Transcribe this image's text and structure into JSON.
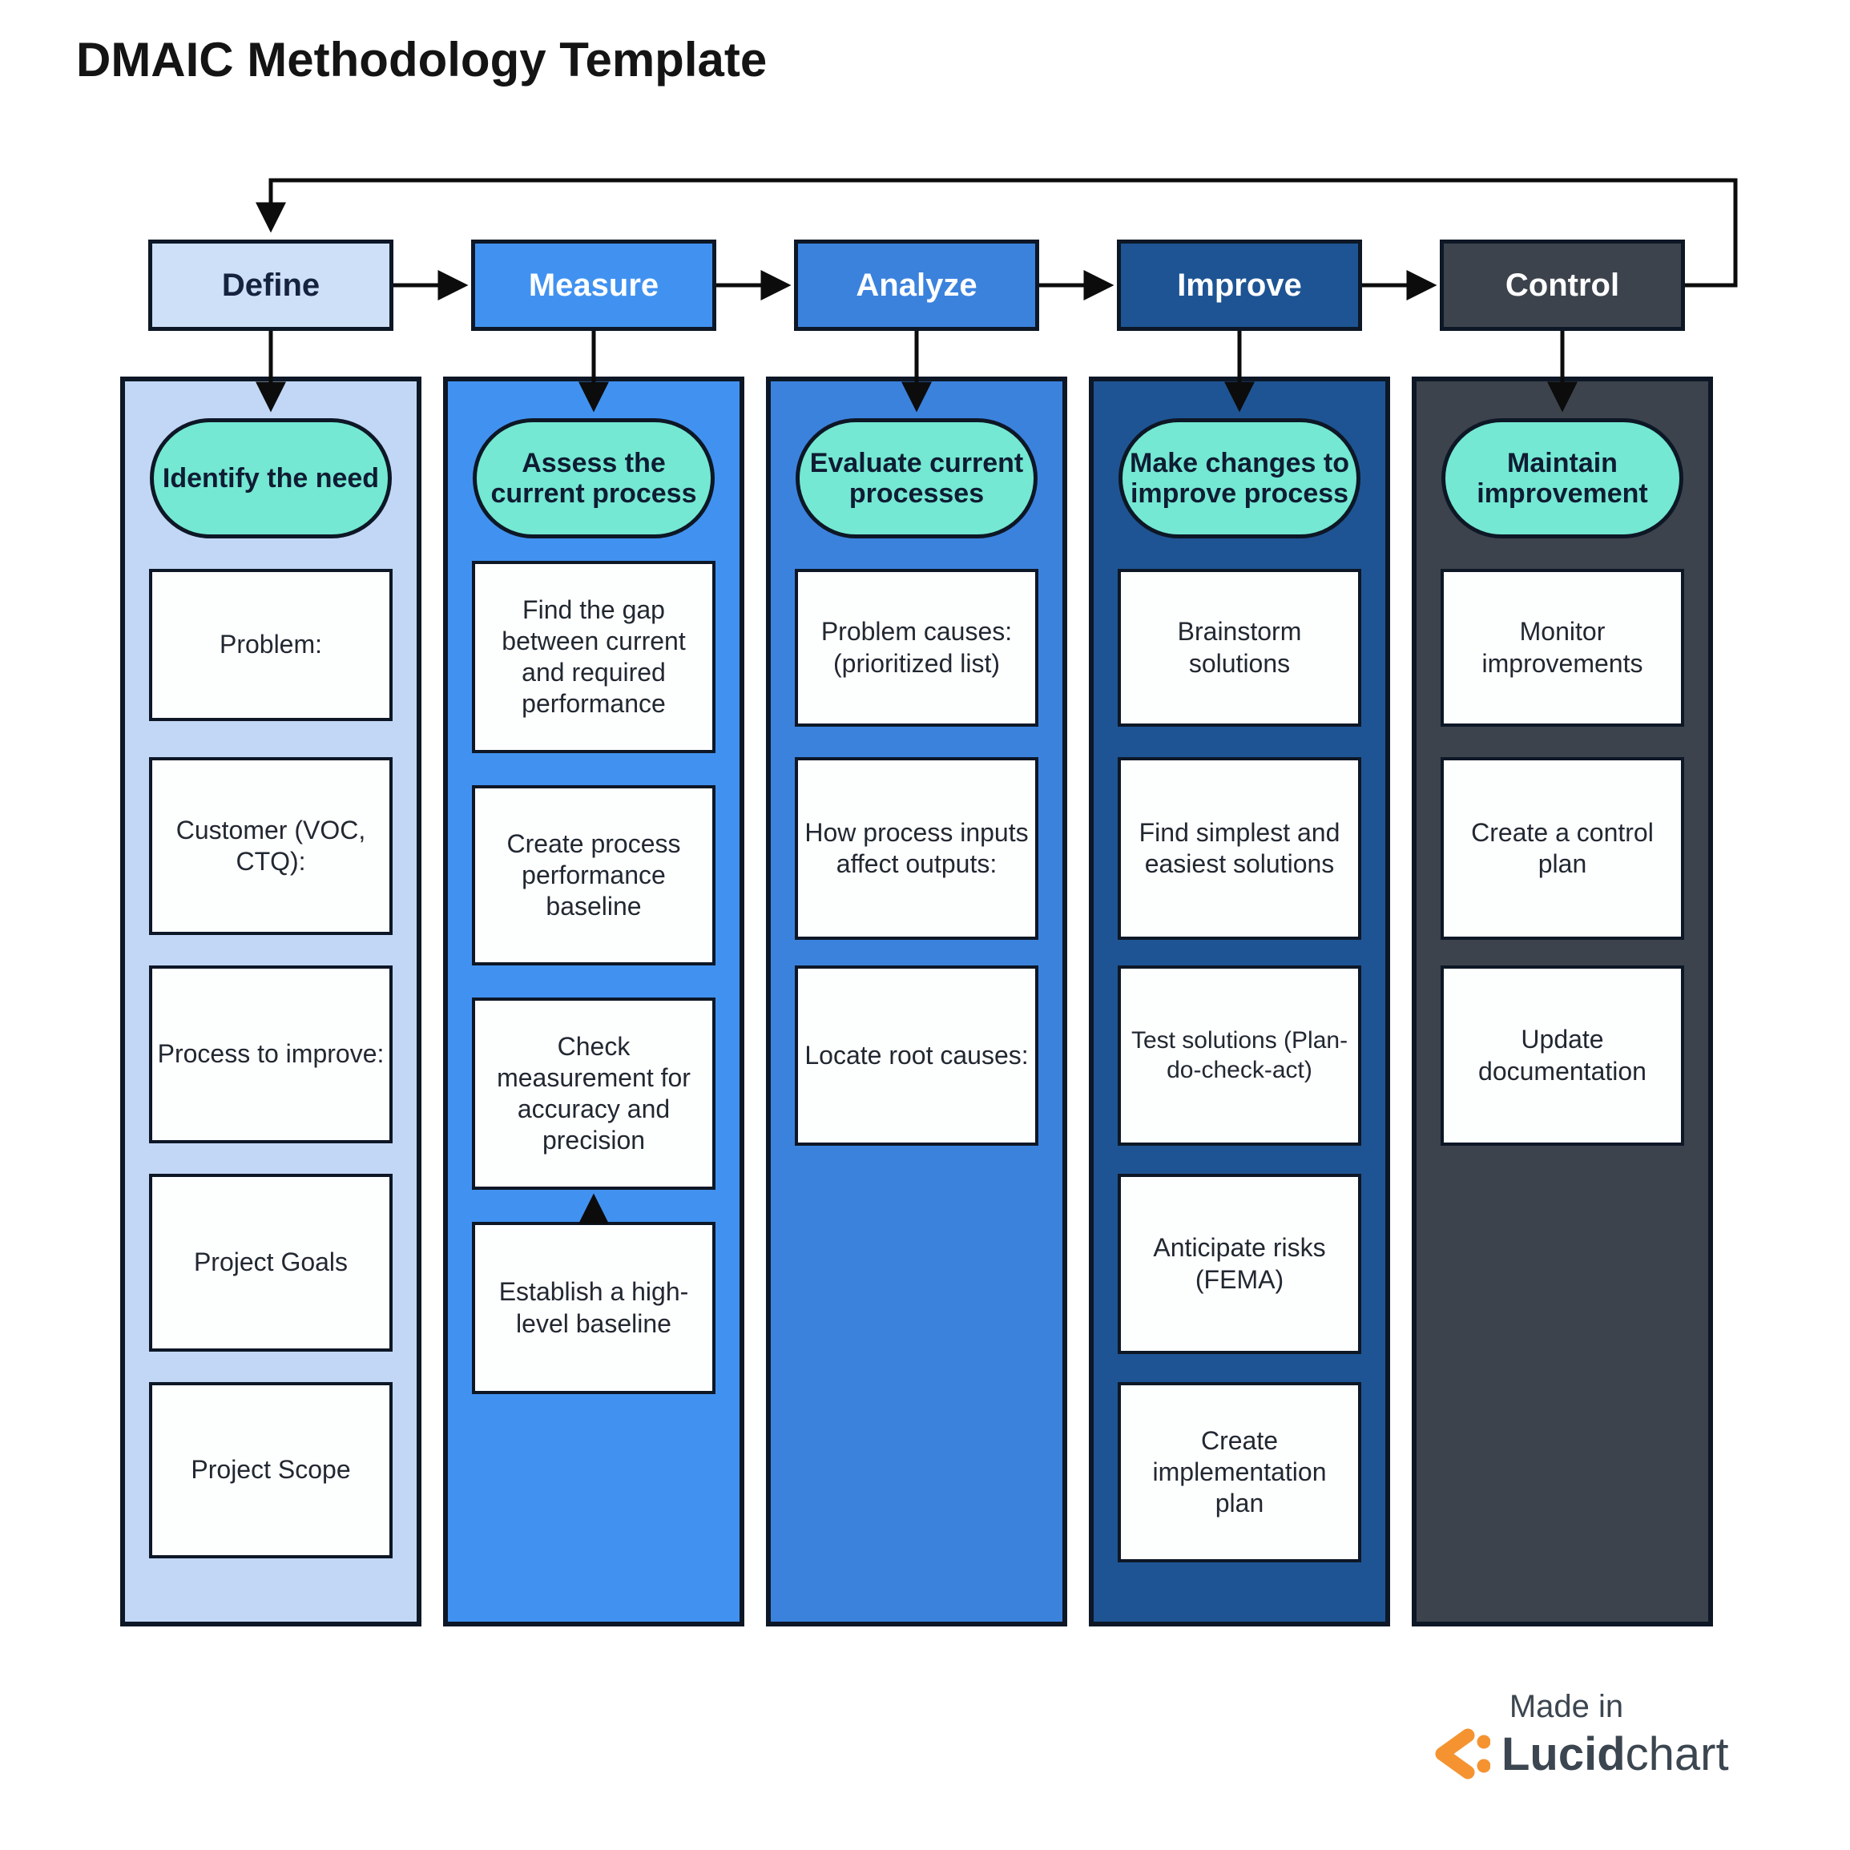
{
  "title": "DMAIC Methodology Template",
  "columns": [
    {
      "header": "Define",
      "pill": "Identify the need",
      "boxes": [
        "Problem:",
        "Customer (VOC, CTQ):",
        "Process to improve:",
        "Project Goals",
        "Project Scope"
      ],
      "color": "#c2d7f6"
    },
    {
      "header": "Measure",
      "pill": "Assess the current process",
      "boxes": [
        "Find the gap between current and required performance",
        "Create process performance baseline",
        "Check measurement for accuracy and precision",
        "Establish a high-level baseline"
      ],
      "color": "#4192f0"
    },
    {
      "header": "Analyze",
      "pill": "Evaluate current processes",
      "boxes": [
        "Problem causes: (prioritized list)",
        "How process inputs affect outputs:",
        "Locate root causes:"
      ],
      "color": "#3b82dd"
    },
    {
      "header": "Improve",
      "pill": "Make changes to improve process",
      "boxes": [
        "Brainstorm solutions",
        "Find simplest and easiest solutions",
        "Test solutions (Plan-do-check-act)",
        "Anticipate risks (FEMA)",
        "Create implementation plan"
      ],
      "color": "#1e5493"
    },
    {
      "header": "Control",
      "pill": "Maintain improvement",
      "boxes": [
        "Monitor improvements",
        "Create a control plan",
        "Update documentation"
      ],
      "color": "#3c434c"
    }
  ],
  "pill_color": "#74e8d2",
  "outline_color": "#0d1726",
  "connector_color": "#0c0c0c",
  "footer": {
    "made_in": "Made in",
    "brand_bold": "Lucid",
    "brand_regular": "chart",
    "brand_color": "#3c4650",
    "brand_icon_color": "#f59331"
  }
}
